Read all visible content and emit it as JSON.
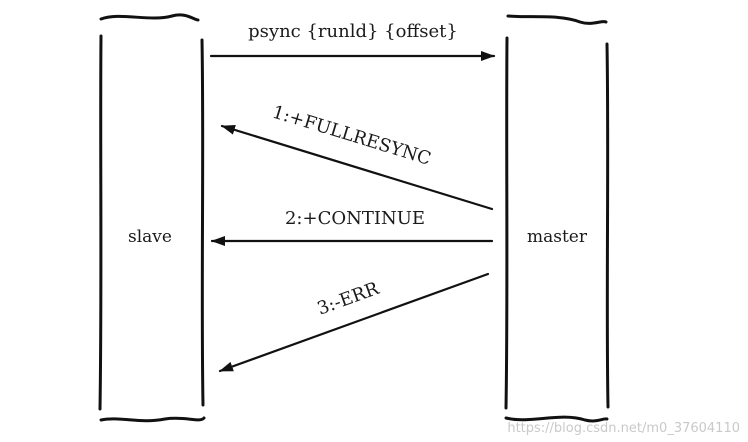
{
  "diagram": {
    "nodes": {
      "slave": {
        "label": "slave"
      },
      "master": {
        "label": "master"
      }
    },
    "messages": {
      "psync": {
        "label": "psync {runld} {offset}",
        "from": "slave",
        "to": "master"
      },
      "fullresync": {
        "label": "1:+FULLRESYNC",
        "from": "master",
        "to": "slave"
      },
      "continue": {
        "label": "2:+CONTINUE",
        "from": "master",
        "to": "slave"
      },
      "err": {
        "label": "3:-ERR",
        "from": "master",
        "to": "slave"
      }
    }
  },
  "watermark": {
    "text": "https://blog.csdn.net/m0_37604110"
  }
}
